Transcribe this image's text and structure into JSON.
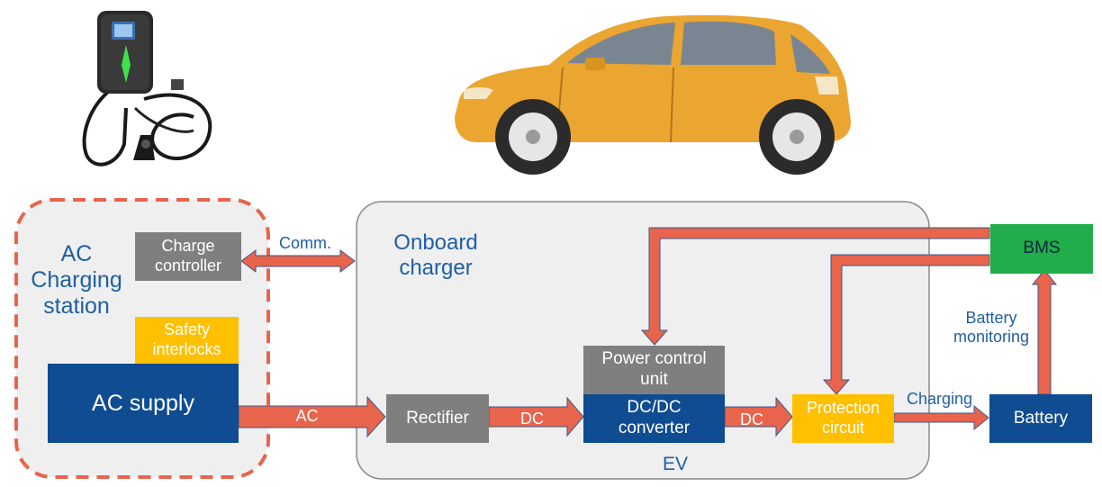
{
  "station": {
    "title": "AC\nCharging\nstation",
    "charge_controller": "Charge\ncontroller",
    "safety_interlocks": "Safety\ninterlocks",
    "ac_supply": "AC supply"
  },
  "onboard": {
    "title": "Onboard\ncharger",
    "rectifier": "Rectifier",
    "power_control_unit": "Power control\nunit",
    "dcdc_converter": "DC/DC\nconverter",
    "protection_circuit": "Protection\ncircuit",
    "ev_label": "EV"
  },
  "battery_side": {
    "bms": "BMS",
    "battery": "Battery",
    "battery_monitoring": "Battery\nmonitoring"
  },
  "arrows": {
    "comm": "Comm.",
    "ac": "AC",
    "dc1": "DC",
    "dc2": "DC",
    "charging": "Charging"
  },
  "colors": {
    "arrow": "#e8644c",
    "blue_box": "#0f4c92",
    "gray_box": "#7f7f7f",
    "yellow_box": "#ffc000",
    "green_box": "#20ad4a",
    "station_border": "#e8644c",
    "label_blue": "#1f5fa5"
  }
}
